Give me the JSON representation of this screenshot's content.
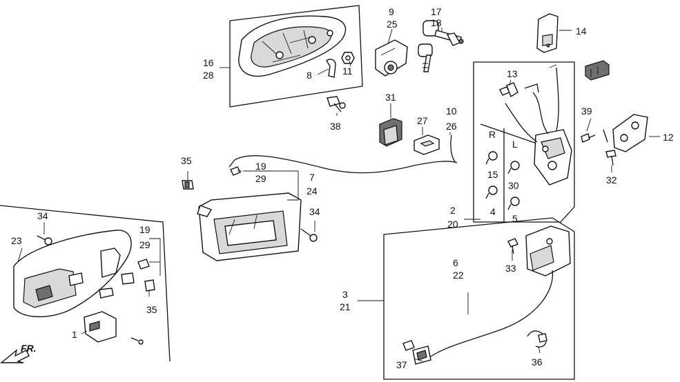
{
  "callouts": [
    {
      "id": "c9",
      "text": "9"
    },
    {
      "id": "c25",
      "text": "25"
    },
    {
      "id": "c17",
      "text": "17"
    },
    {
      "id": "c18",
      "text": "18"
    },
    {
      "id": "c14",
      "text": "14"
    },
    {
      "id": "c16",
      "text": "16"
    },
    {
      "id": "c28",
      "text": "28"
    },
    {
      "id": "c8",
      "text": "8"
    },
    {
      "id": "c11",
      "text": "11"
    },
    {
      "id": "c13",
      "text": "13"
    },
    {
      "id": "c31",
      "text": "31"
    },
    {
      "id": "c10",
      "text": "10"
    },
    {
      "id": "c26",
      "text": "26"
    },
    {
      "id": "c27",
      "text": "27"
    },
    {
      "id": "c38",
      "text": "38"
    },
    {
      "id": "c39",
      "text": "39"
    },
    {
      "id": "c12",
      "text": "12"
    },
    {
      "id": "c32",
      "text": "32"
    },
    {
      "id": "cR",
      "text": "R"
    },
    {
      "id": "cL",
      "text": "L"
    },
    {
      "id": "c15",
      "text": "15"
    },
    {
      "id": "c30",
      "text": "30"
    },
    {
      "id": "c4",
      "text": "4"
    },
    {
      "id": "c5",
      "text": "5"
    },
    {
      "id": "c35a",
      "text": "35"
    },
    {
      "id": "c19a",
      "text": "19"
    },
    {
      "id": "c29a",
      "text": "29"
    },
    {
      "id": "c7",
      "text": "7"
    },
    {
      "id": "c24",
      "text": "24"
    },
    {
      "id": "c2",
      "text": "2"
    },
    {
      "id": "c20",
      "text": "20"
    },
    {
      "id": "c34a",
      "text": "34"
    },
    {
      "id": "c34b",
      "text": "34"
    },
    {
      "id": "c23",
      "text": "23"
    },
    {
      "id": "c19b",
      "text": "19"
    },
    {
      "id": "c29b",
      "text": "29"
    },
    {
      "id": "c35b",
      "text": "35"
    },
    {
      "id": "c1",
      "text": "1"
    },
    {
      "id": "c6",
      "text": "6"
    },
    {
      "id": "c22",
      "text": "22"
    },
    {
      "id": "c33",
      "text": "33"
    },
    {
      "id": "c3",
      "text": "3"
    },
    {
      "id": "c21",
      "text": "21"
    },
    {
      "id": "c37",
      "text": "37"
    },
    {
      "id": "c36",
      "text": "36"
    }
  ],
  "front_marker": {
    "text": "FR."
  }
}
